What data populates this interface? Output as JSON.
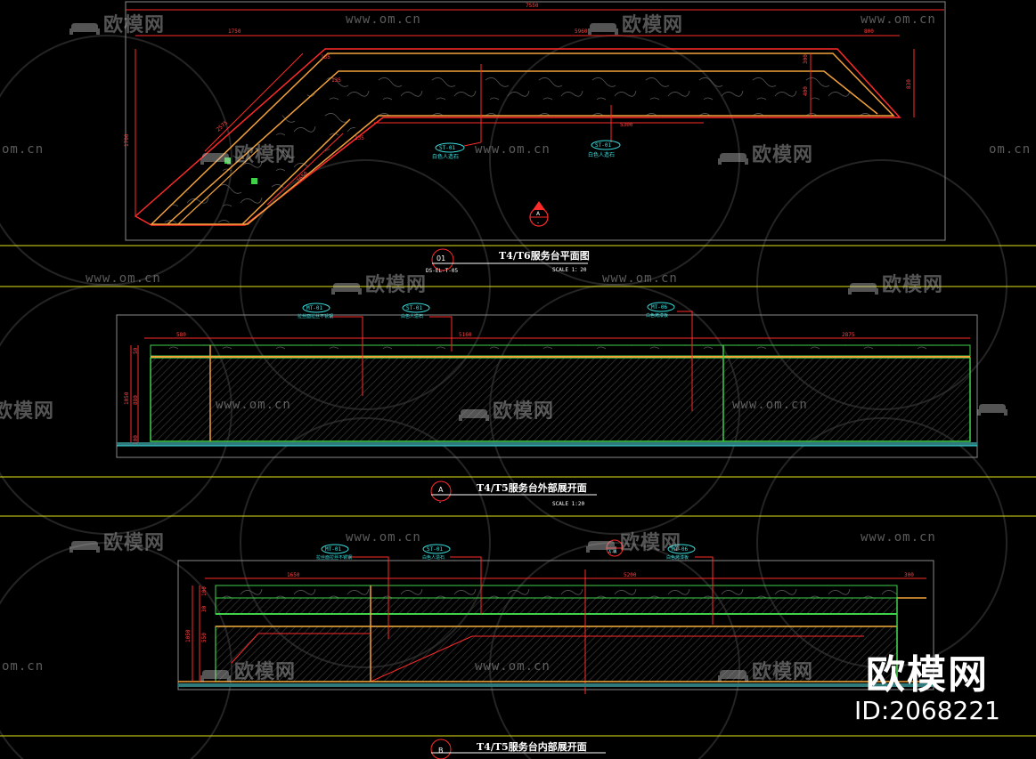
{
  "colors": {
    "background": "#000000",
    "frame": "#ffffff",
    "yellow_line": "#e3e31a",
    "red_dim": "#ff2a2a",
    "orange": "#f3a23a",
    "green": "#3fd14a",
    "cyan_label": "#3ae0e0",
    "watermark": "#bdbdbd"
  },
  "plan": {
    "title": "T4/T6服务台平面图",
    "scale": "SCALE 1：20",
    "number": "01",
    "ref": "DS-EL-T-05",
    "dims": {
      "overall": "7550",
      "left_top": "1750",
      "mid_top": "5960",
      "right_top": "800",
      "left_height": "1700",
      "right_a": "300",
      "right_b": "400",
      "right_c": "830",
      "diag_outer": "2575",
      "diag_inner": "1650",
      "bottom_inner": "5300",
      "angle_a": "135",
      "angle_b": "135",
      "angle_c": "135"
    },
    "callouts": [
      {
        "code": "ST-01",
        "desc": "白色人造石"
      },
      {
        "code": "ST-01",
        "desc": "白色人造石"
      }
    ],
    "section_marker": {
      "letter": "A",
      "sub": "-"
    }
  },
  "elev_a": {
    "title": "T4/T5服务台外部展开面",
    "scale": "SCALE 1:20",
    "marker_letter": "A",
    "marker_sub": "-",
    "dims": {
      "seg1": "580",
      "seg2": "5160",
      "seg3": "2875",
      "height_total": "1050",
      "h_top": "50",
      "h_mid": "880",
      "h_bot": "100"
    },
    "callouts": [
      {
        "code": "MT-01",
        "desc": "拉丝面拉丝不锈钢"
      },
      {
        "code": "ST-01",
        "desc": "白色人造石"
      },
      {
        "code": "MT-06",
        "desc": "白色烤漆板"
      }
    ]
  },
  "elev_b": {
    "title": "T4/T5服务台内部展开面",
    "marker_letter": "B",
    "dims": {
      "seg1": "1650",
      "seg2": "5200",
      "seg3": "300",
      "height_total": "1050",
      "h_a": "100",
      "h_b": "550",
      "h_c": "30"
    },
    "callouts": [
      {
        "code": "MT-01",
        "desc": "拉丝面拉丝不锈钢"
      },
      {
        "code": "ST-01",
        "desc": "白色人造石"
      },
      {
        "code": "MT-06",
        "desc": "白色烤漆板"
      }
    ],
    "section_tag": "A-A"
  },
  "watermark": {
    "logo_text": "欧模网",
    "url": "www.om.cn",
    "url_short": "om.cn"
  },
  "brand": {
    "name": "欧模网",
    "id": "ID:2068221"
  }
}
